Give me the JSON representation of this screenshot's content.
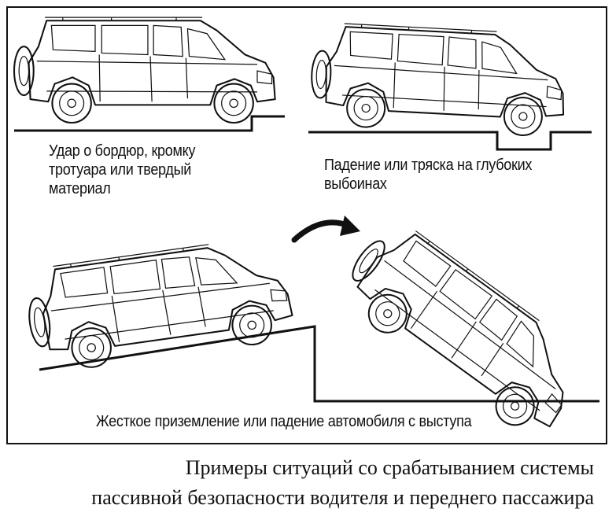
{
  "figure": {
    "label_curb": "Удар о бордюр, кромку\nтротуара или твердый\nматериал",
    "label_pothole": "Падение или тряска на глубоких\nвыбоинах",
    "label_landing": "Жесткое приземление или падение автомобиля с выступа"
  },
  "caption": {
    "line1": "Примеры ситуаций со срабатыванием системы",
    "line2": "пассивной безопасности водителя и переднего пассажира"
  }
}
